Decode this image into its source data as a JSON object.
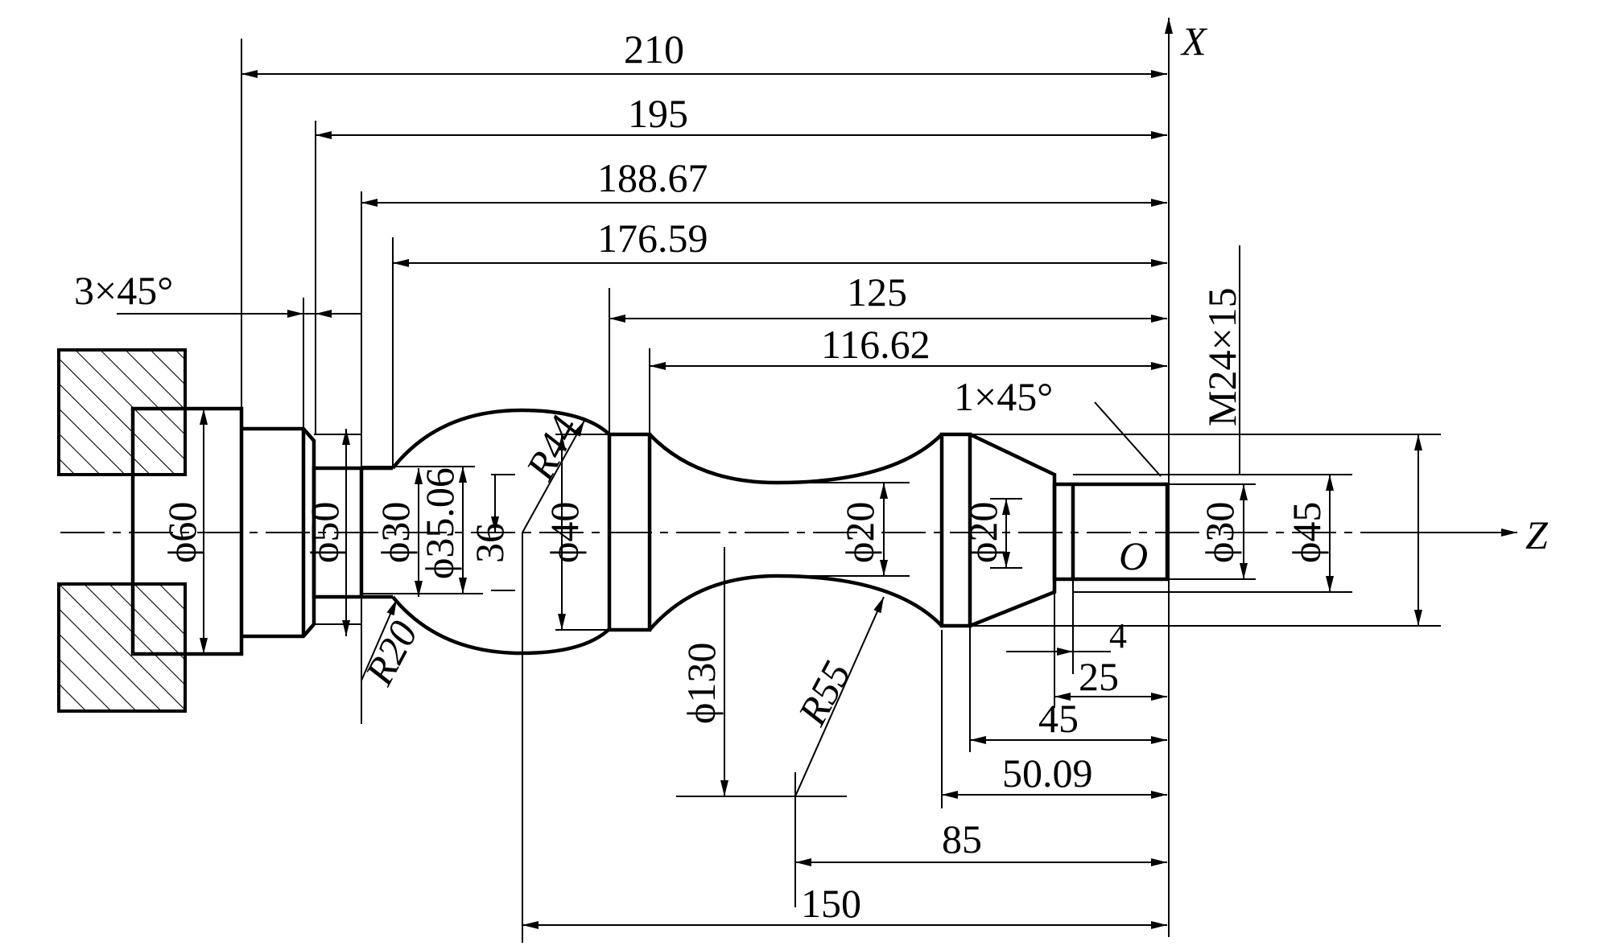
{
  "axes": {
    "x": "X",
    "z": "Z",
    "origin": "O"
  },
  "dims": {
    "d210": "210",
    "d195": "195",
    "d188": "188.67",
    "d176": "176.59",
    "d125": "125",
    "d116": "116.62",
    "d85": "85",
    "d150": "150",
    "d50": "50.09",
    "d45": "45",
    "d25": "25",
    "d4": "4",
    "d36": "36"
  },
  "diameters": {
    "phi60": "ϕ60",
    "phi50": "ϕ50",
    "phi30a": "ϕ30",
    "phi35": "ϕ35.06",
    "phi40": "ϕ40",
    "phi20a": "ϕ20",
    "phi20b": "ϕ20",
    "phi30b": "ϕ30",
    "phi45": "ϕ45",
    "phi130": "ϕ130"
  },
  "radii": {
    "r44": "R44",
    "r20": "R20",
    "r55": "R55"
  },
  "chamfers": {
    "left": "3×45°",
    "right": "1×45°"
  },
  "thread": "M24×15"
}
